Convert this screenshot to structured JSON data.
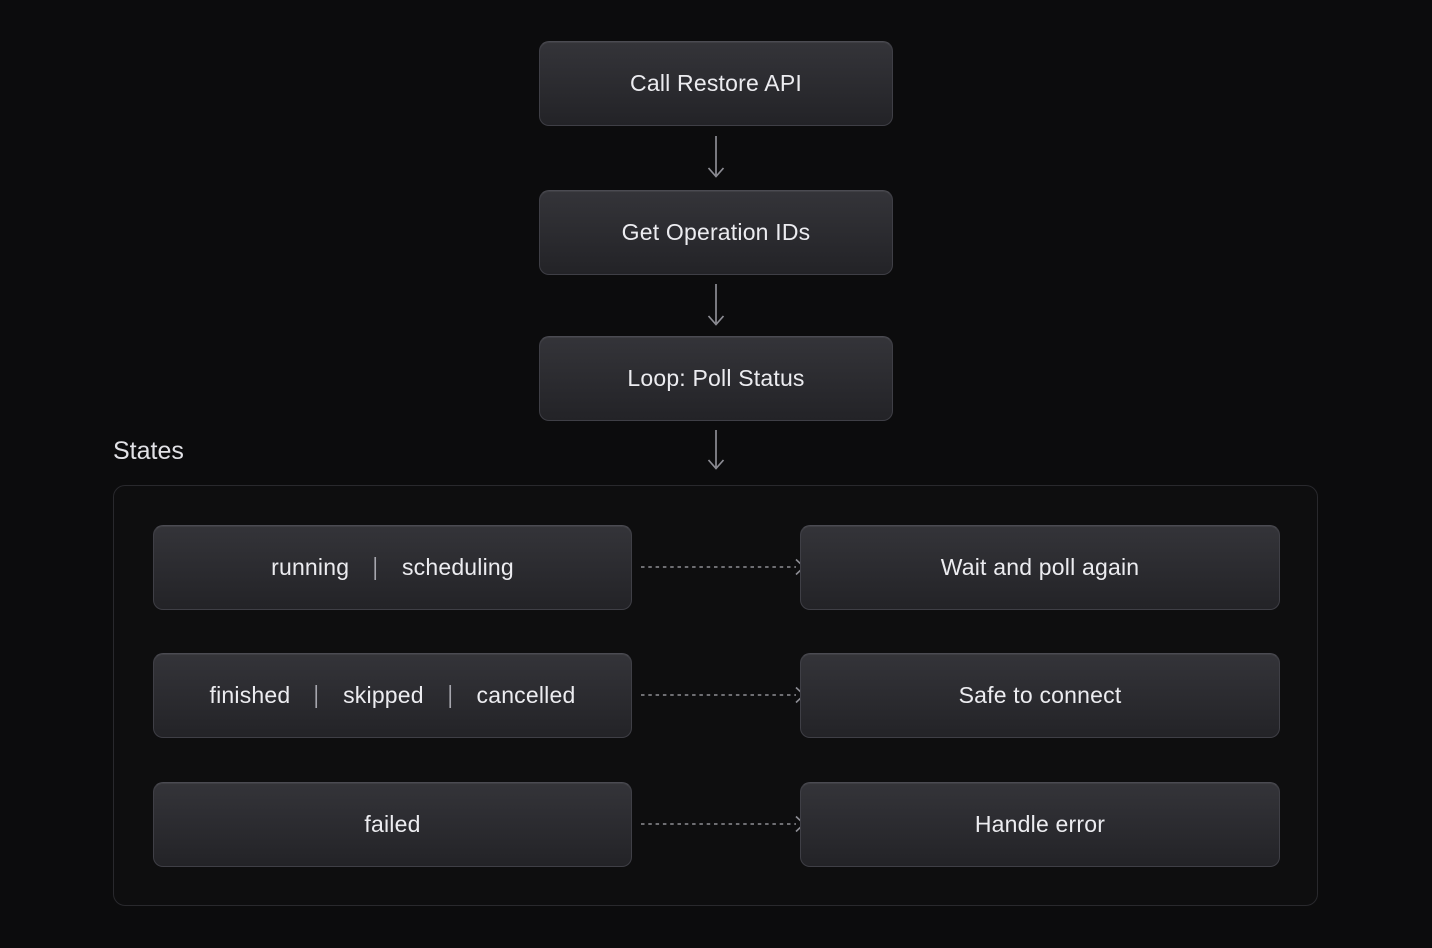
{
  "flow": {
    "nodes": [
      {
        "label": "Call Restore API"
      },
      {
        "label": "Get Operation IDs"
      },
      {
        "label": "Loop: Poll Status"
      }
    ]
  },
  "states_section": {
    "title": "States",
    "separator": "|",
    "rows": [
      {
        "states": [
          "running",
          "scheduling"
        ],
        "action": "Wait and poll again"
      },
      {
        "states": [
          "finished",
          "skipped",
          "cancelled"
        ],
        "action": "Safe to connect"
      },
      {
        "states": [
          "failed"
        ],
        "action": "Handle error"
      }
    ]
  },
  "icons": {
    "down_arrow": "down-arrow",
    "dashed_right_arrow": "dashed-right-arrow"
  },
  "colors": {
    "background": "#0c0c0d",
    "node_fill_top": "#343439",
    "node_fill_bottom": "#232327",
    "node_border": "#3f3f46",
    "node_text": "#ececf0",
    "container_border": "#29292d",
    "arrow": "#8d8d94",
    "section_title": "#e2e2e6"
  }
}
